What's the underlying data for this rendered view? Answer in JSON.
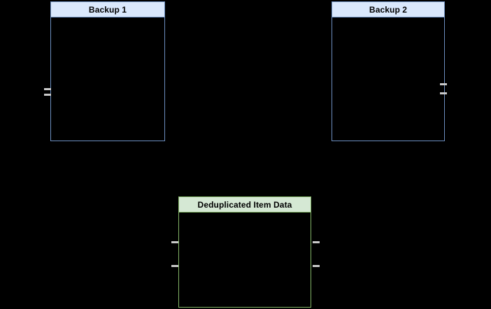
{
  "diagram": {
    "background": "#000000",
    "connector_color": "#c9c9c9",
    "boxes": [
      {
        "title": "Backup 1",
        "header_bg": "#dae8fc",
        "border": "#6c8ebf",
        "text_color": "#000000"
      },
      {
        "title": "Backup 2",
        "header_bg": "#dae8fc",
        "border": "#6c8ebf",
        "text_color": "#000000"
      },
      {
        "title": "Deduplicated Item Data",
        "header_bg": "#d5e8d4",
        "border": "#82b366",
        "text_color": "#000000"
      }
    ]
  }
}
